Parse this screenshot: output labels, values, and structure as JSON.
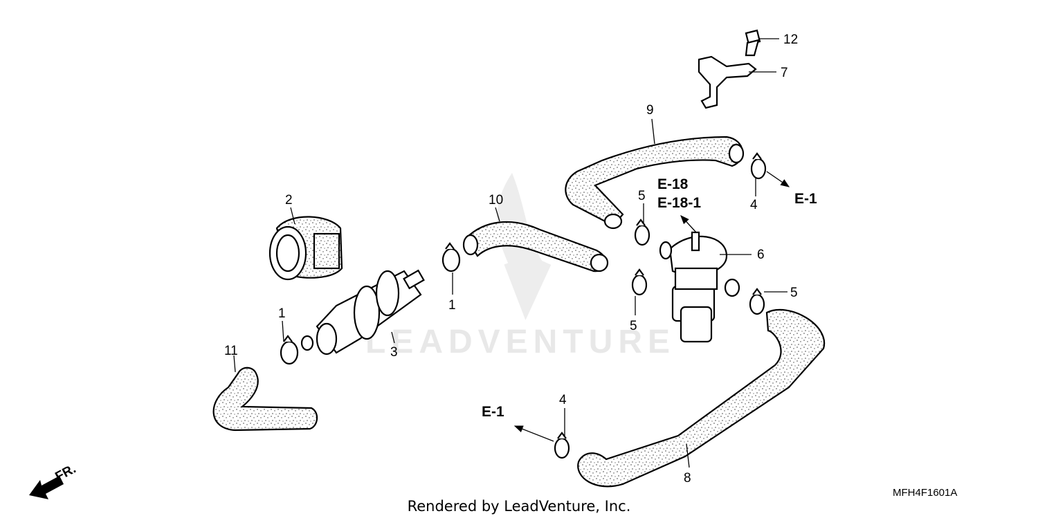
{
  "diagram": {
    "watermark": "LEADVENTURE",
    "callouts": [
      "12",
      "7",
      "9",
      "4",
      "E-1",
      "E-18",
      "E-18-1",
      "5",
      "6",
      "2",
      "10",
      "1",
      "5",
      "5",
      "1",
      "3",
      "11",
      "4",
      "E-1",
      "8"
    ],
    "direction_label": "FR.",
    "diagram_code": "MFH4F1601A",
    "footer": "Rendered by LeadVenture, Inc."
  }
}
